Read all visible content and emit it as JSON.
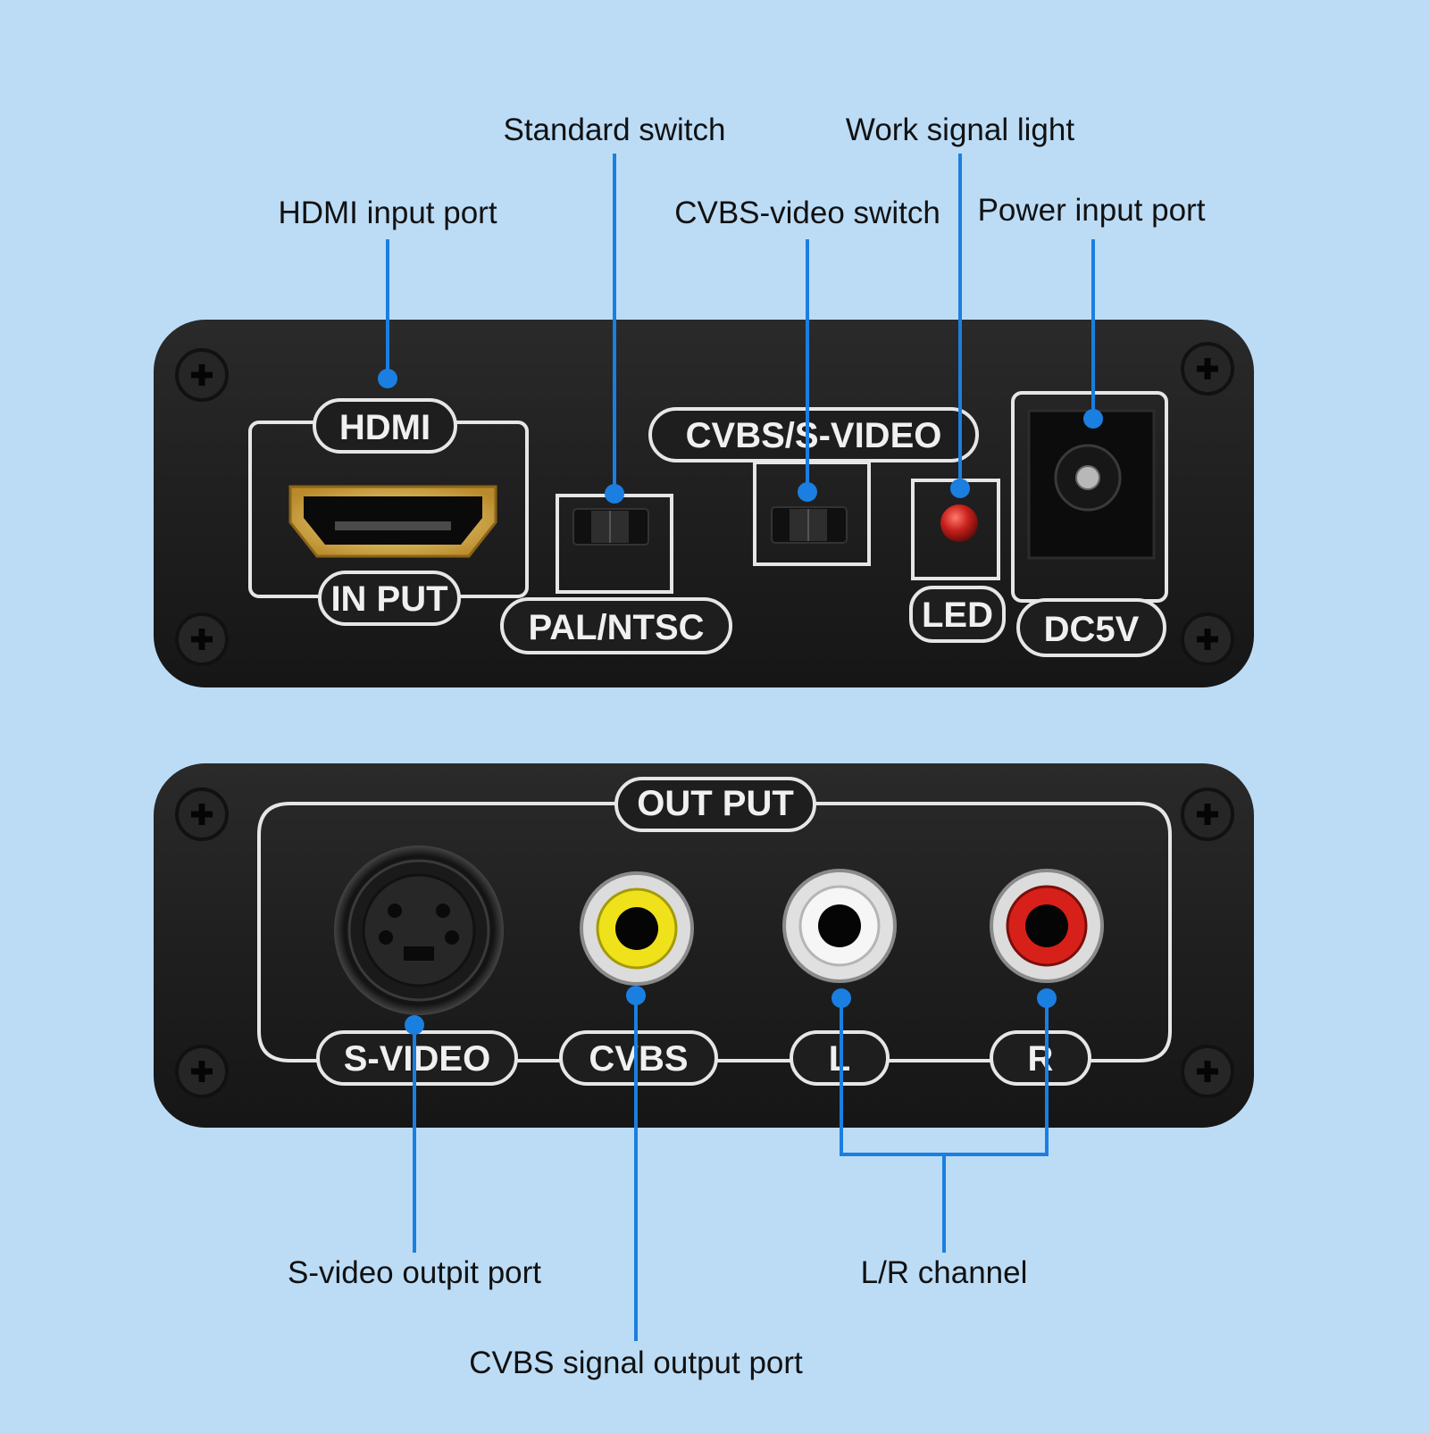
{
  "callouts": {
    "standard_switch": "Standard switch",
    "work_signal_light": "Work signal light",
    "hdmi_input_port": "HDMI input port",
    "cvbs_video_switch": "CVBS-video switch",
    "power_input_port": "Power input port",
    "svideo_output_port": "S-video outpit port",
    "lr_channel": "L/R channel",
    "cvbs_signal_output_port": "CVBS signal output port"
  },
  "front_panel": {
    "hdmi": "HDMI",
    "input": "IN PUT",
    "pal_ntsc": "PAL/NTSC",
    "cvbs_svideo": "CVBS/S-VIDEO",
    "led": "LED",
    "dc5v": "DC5V"
  },
  "back_panel": {
    "output": "OUT PUT",
    "svideo": "S-VIDEO",
    "cvbs": "CVBS",
    "left": "L",
    "right": "R"
  },
  "colors": {
    "background": "#bcdcf6",
    "panel": "#1e1e1e",
    "leader": "#1a7fe0",
    "led": "#c8201c",
    "rca_cvbs": "#f0e21a",
    "rca_left": "#ececec",
    "rca_right": "#d8201a"
  }
}
